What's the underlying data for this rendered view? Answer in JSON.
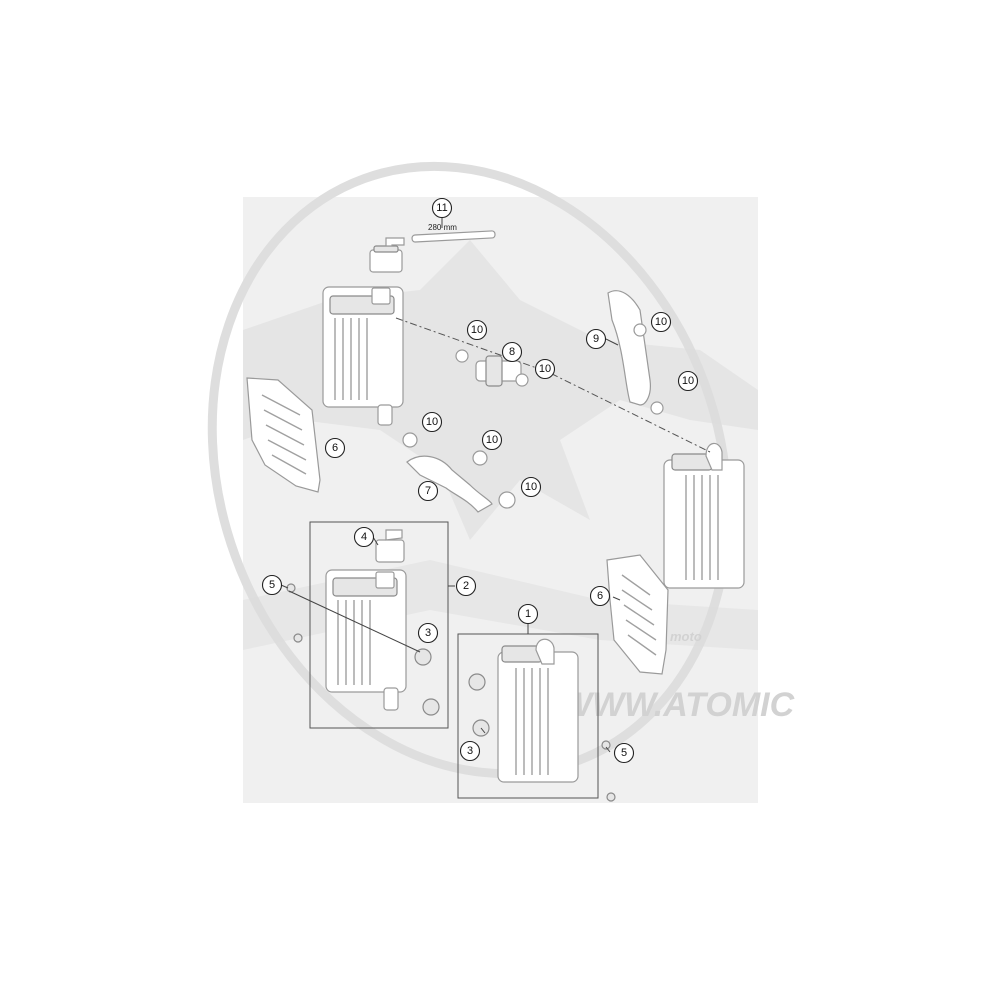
{
  "diagram": {
    "dimension_label": "280 mm",
    "watermark_text": "WWW.ATOMIC",
    "watermark_sub": "moto",
    "colors": {
      "background": "#f0f0f0",
      "line": "#9a9a9a",
      "watermark": "#dcdcdc"
    },
    "callouts": [
      {
        "id": "c11",
        "label": "11"
      },
      {
        "id": "c10a",
        "label": "10"
      },
      {
        "id": "c8",
        "label": "8"
      },
      {
        "id": "c10b",
        "label": "10"
      },
      {
        "id": "c9",
        "label": "9"
      },
      {
        "id": "c10c",
        "label": "10"
      },
      {
        "id": "c10d",
        "label": "10"
      },
      {
        "id": "c10e",
        "label": "10"
      },
      {
        "id": "c10f",
        "label": "10"
      },
      {
        "id": "c6a",
        "label": "6"
      },
      {
        "id": "c10g",
        "label": "10"
      },
      {
        "id": "c7",
        "label": "7"
      },
      {
        "id": "c10h",
        "label": "10"
      },
      {
        "id": "c4",
        "label": "4"
      },
      {
        "id": "c2",
        "label": "2"
      },
      {
        "id": "c5a",
        "label": "5"
      },
      {
        "id": "c3a",
        "label": "3"
      },
      {
        "id": "c1",
        "label": "1"
      },
      {
        "id": "c6b",
        "label": "6"
      },
      {
        "id": "c3b",
        "label": "3"
      },
      {
        "id": "c5b",
        "label": "5"
      }
    ]
  }
}
